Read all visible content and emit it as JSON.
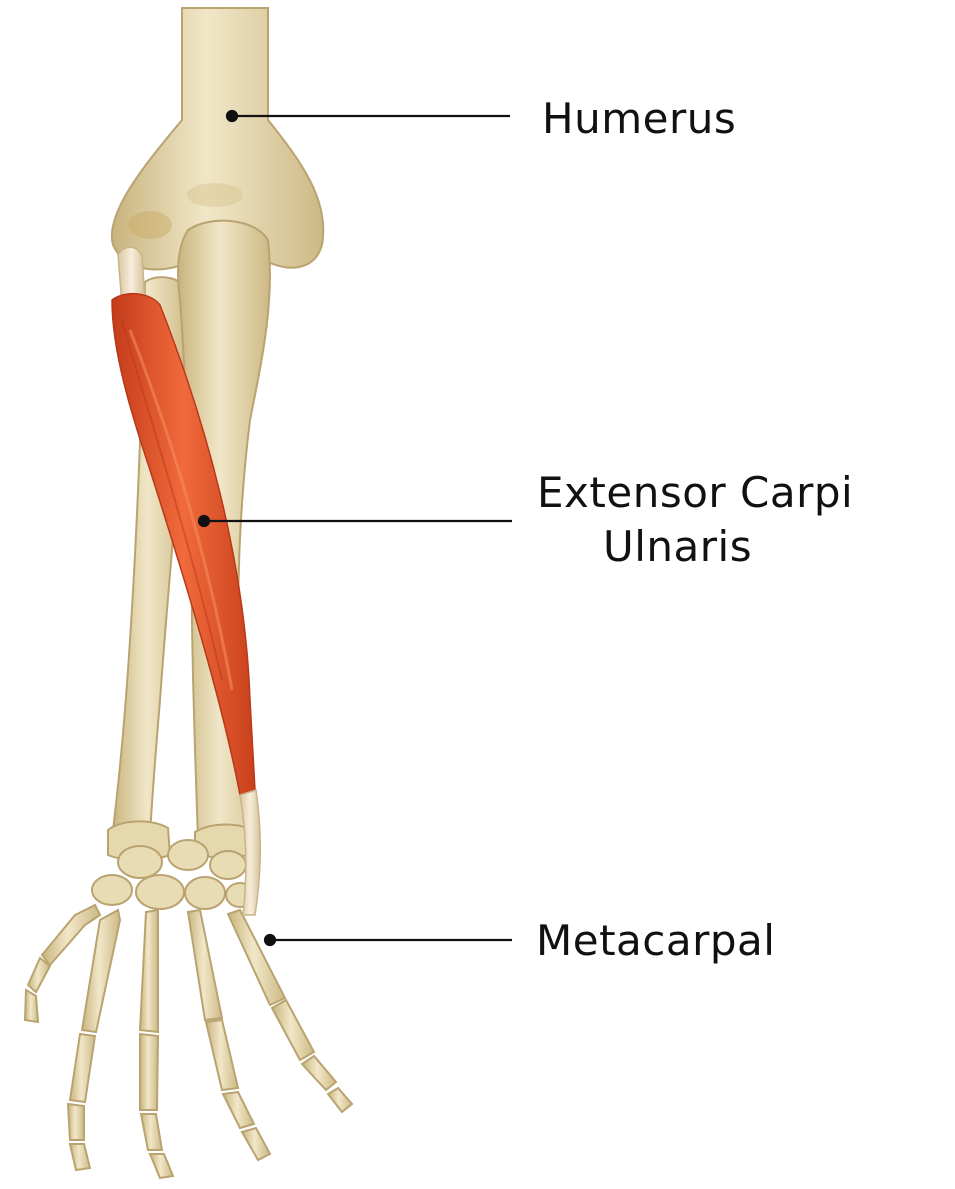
{
  "diagram": {
    "labels": {
      "humerus": "Humerus",
      "extensor_line1": "Extensor Carpi",
      "extensor_line2": "Ulnaris",
      "metacarpal": "Metacarpal"
    },
    "colors": {
      "bone": "#e8dcb4",
      "bone_shadow": "#c9b47e",
      "muscle": "#e8552c",
      "muscle_dark": "#c43c1a",
      "tendon": "#f2e6cf",
      "leader_line": "#111111",
      "text": "#111111",
      "background": "#ffffff"
    }
  }
}
